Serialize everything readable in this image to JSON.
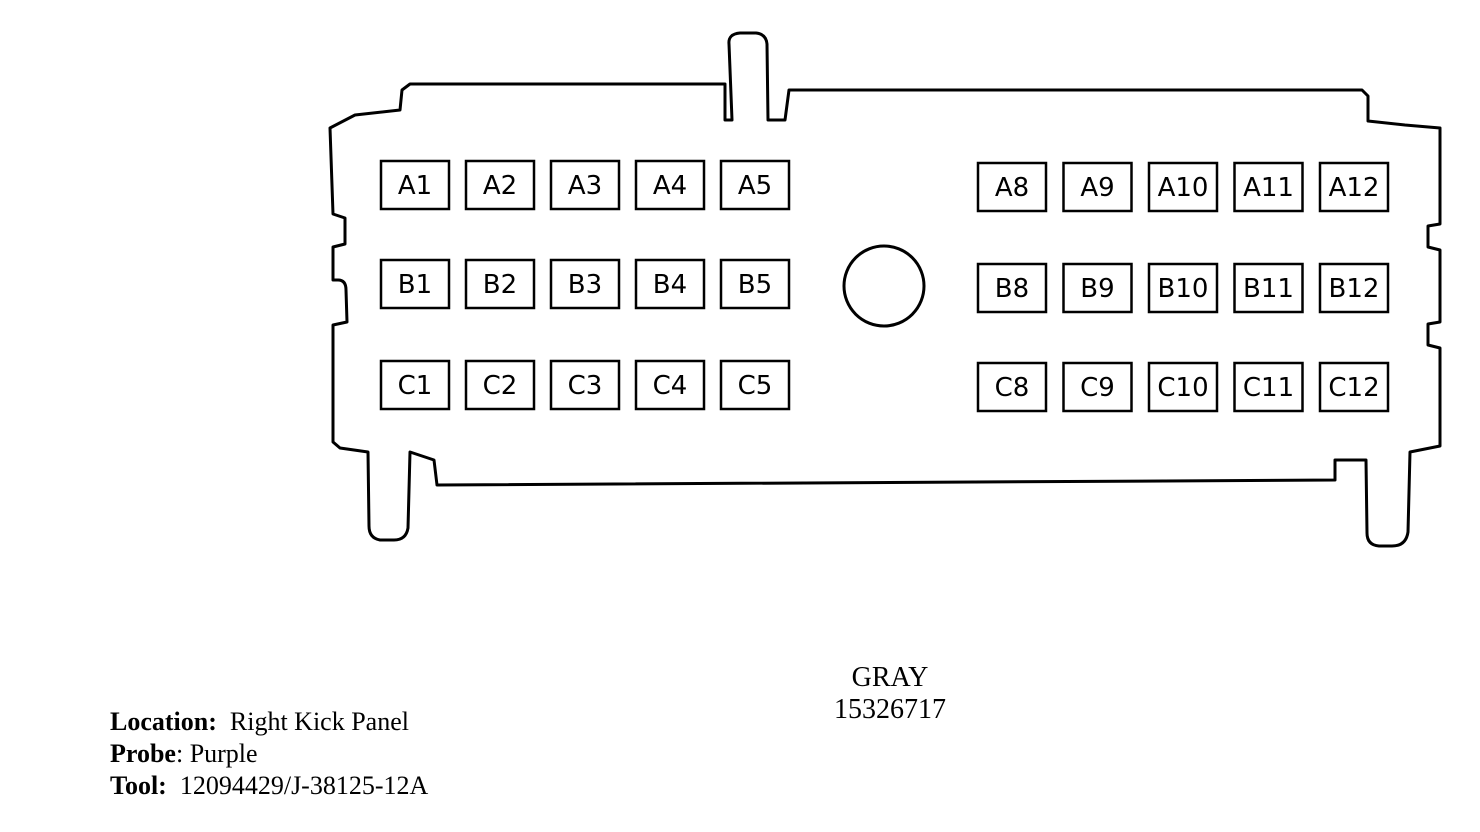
{
  "connector": {
    "color_name": "GRAY",
    "part_number": "15326717",
    "left_group": [
      [
        "A1",
        "A2",
        "A3",
        "A4",
        "A5"
      ],
      [
        "B1",
        "B2",
        "B3",
        "B4",
        "B5"
      ],
      [
        "C1",
        "C2",
        "C3",
        "C4",
        "C5"
      ]
    ],
    "right_group": [
      [
        "A8",
        "A9",
        "A10",
        "A11",
        "A12"
      ],
      [
        "B8",
        "B9",
        "B10",
        "B11",
        "B12"
      ],
      [
        "C8",
        "C9",
        "C10",
        "C11",
        "C12"
      ]
    ]
  },
  "info": {
    "location_label": "Location:",
    "location_value": "Right Kick Panel",
    "probe_label": "Probe",
    "probe_sep": ":",
    "probe_value": "Purple",
    "tool_label": "Tool:",
    "tool_value": "12094429/J-38125-12A"
  }
}
